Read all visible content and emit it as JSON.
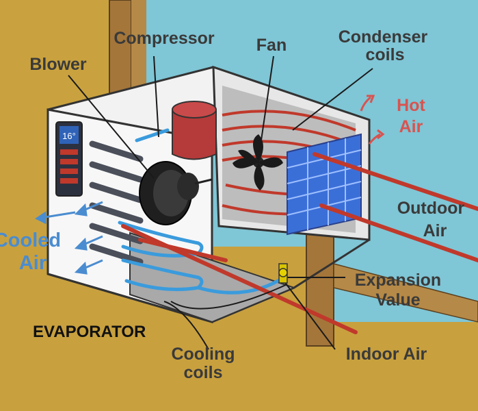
{
  "labels": {
    "compressor": "Compressor",
    "fan": "Fan",
    "condenser_line1": "Condenser",
    "condenser_line2": "coils",
    "blower": "Blower",
    "hot_air_line1": "Hot",
    "hot_air_line2": "Air",
    "display_temp": "16°",
    "outdoor_line1": "Outdoor",
    "outdoor_line2": "Air",
    "cooled_line1": "Cooled",
    "cooled_line2": "Air",
    "expansion_line1": "Expansion",
    "expansion_line2": "Value",
    "evaporator": "EVAPORATOR",
    "indoor_air": "Indoor Air",
    "cooling_line1": "Cooling",
    "cooling_line2": "coils"
  },
  "colors": {
    "wall": "#7fc6d6",
    "floor": "#c9a23f",
    "hot_pipe": "#c0392b",
    "cold_pipe": "#3a9bdc",
    "hot_air_text": "#d9534f",
    "cooled_air_text": "#4a8cd0",
    "coil_blue": "#3b6fd8"
  }
}
